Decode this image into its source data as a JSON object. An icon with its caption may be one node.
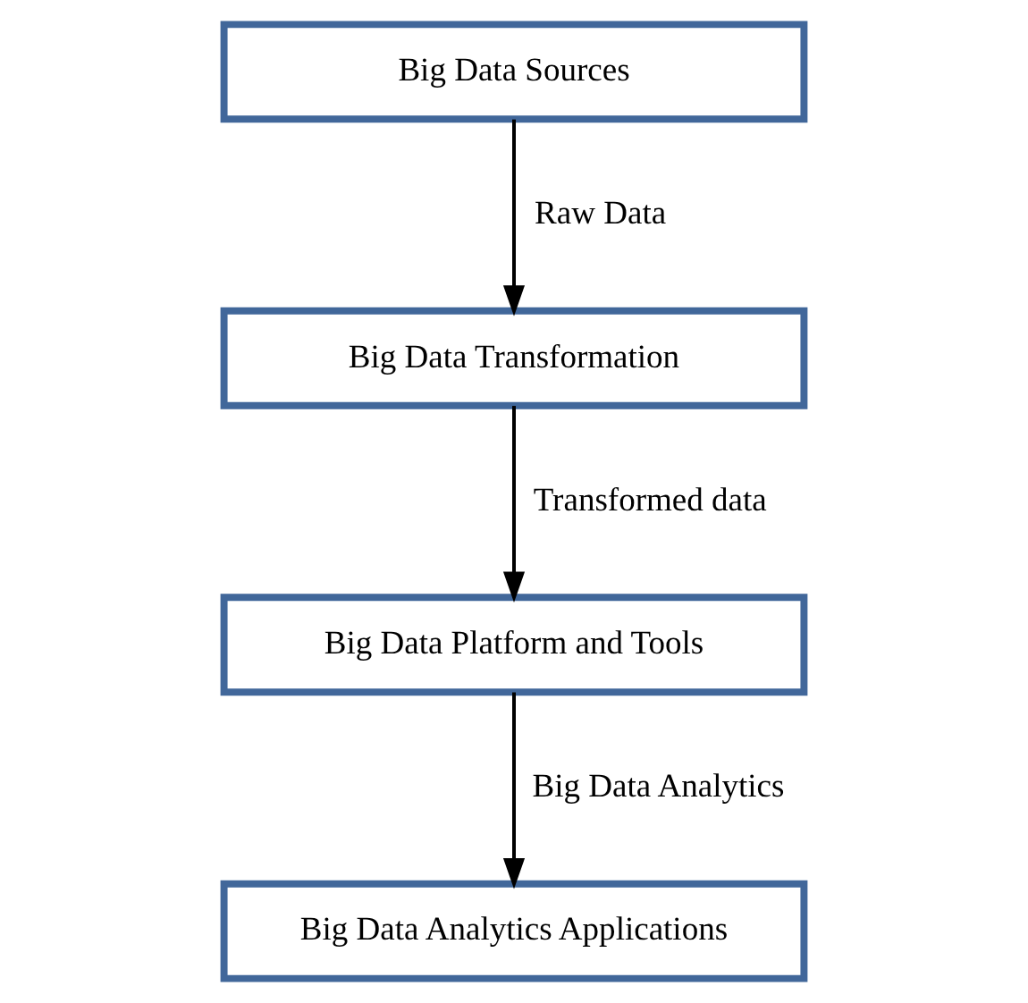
{
  "diagram": {
    "nodes": [
      {
        "text": [
          "Big Data Sources"
        ]
      },
      {
        "text": [
          "Big Data Transformation"
        ]
      },
      {
        "text": [
          "Big Data Platform and Tools"
        ]
      },
      {
        "text": [
          "Big Data Analytics Applications"
        ]
      }
    ],
    "edges": [
      {
        "from": 0,
        "to": 1,
        "arrow": "to",
        "label": "Raw Data"
      },
      {
        "from": 1,
        "to": 2,
        "arrow": "to",
        "label": "Transformed data"
      },
      {
        "from": 2,
        "to": 3,
        "arrow": "to",
        "label": "Big Data Analytics"
      }
    ]
  }
}
